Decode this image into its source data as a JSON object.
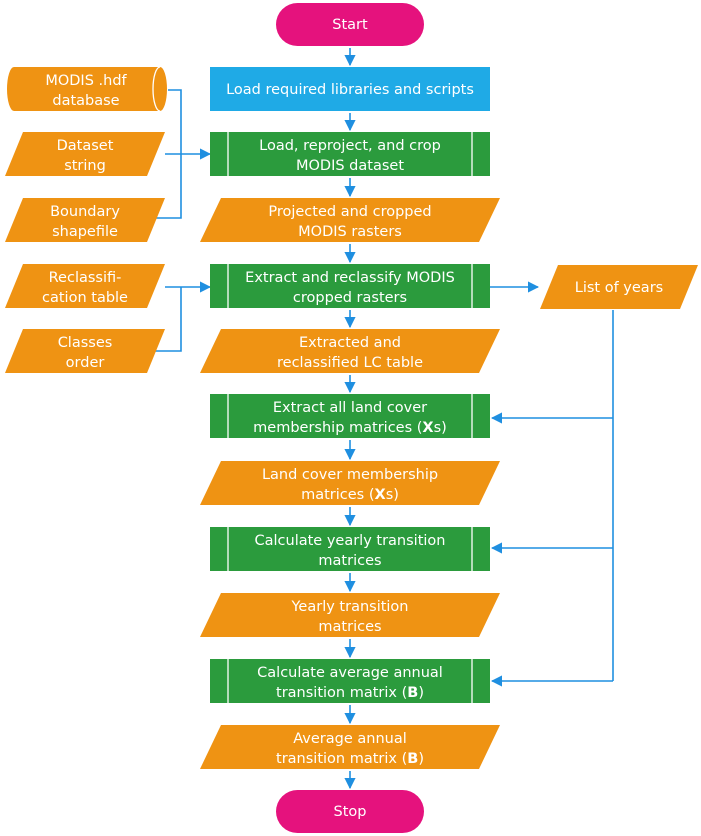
{
  "colors": {
    "terminal": "#e5127d",
    "process_blue": "#1faae6",
    "process_green": "#2b9b3d",
    "data_orange": "#ef9313",
    "arrow": "#1f8fe0",
    "text": "#ffffff"
  },
  "nodes": {
    "start": "Start",
    "load_libraries": "Load required libraries and scripts",
    "load_reproject": [
      "Load, reproject, and crop",
      "MODIS dataset"
    ],
    "projected_rasters": [
      "Projected and cropped",
      "MODIS rasters"
    ],
    "extract_reclassify": [
      "Extract and reclassify MODIS",
      "cropped rasters"
    ],
    "extracted_table": [
      "Extracted and",
      "reclassified LC table"
    ],
    "extract_membership": {
      "line1": "Extract all land cover",
      "line2_pre": "membership matrices (",
      "line2_bold": "X",
      "line2_post": "s)"
    },
    "membership_matrices": {
      "line1": "Land cover membership",
      "line2_pre": "matrices (",
      "line2_bold": "X",
      "line2_post": "s)"
    },
    "calc_yearly": [
      "Calculate yearly transition",
      "matrices"
    ],
    "yearly_matrices": [
      "Yearly transition",
      "matrices"
    ],
    "calc_average": {
      "line1": "Calculate average annual",
      "line2_pre": "transition matrix (",
      "line2_bold": "B",
      "line2_post": ")"
    },
    "average_matrix": {
      "line1": "Average annual",
      "line2_pre": "transition matrix (",
      "line2_bold": "B",
      "line2_post": ")"
    },
    "stop": "Stop",
    "modis_database": [
      "MODIS .hdf",
      "database"
    ],
    "dataset_string": [
      "Dataset",
      "string"
    ],
    "boundary_shapefile": [
      "Boundary",
      "shapefile"
    ],
    "reclass_table": [
      "Reclassifi-",
      "cation table"
    ],
    "classes_order": [
      "Classes",
      "order"
    ],
    "list_of_years": "List of years"
  }
}
